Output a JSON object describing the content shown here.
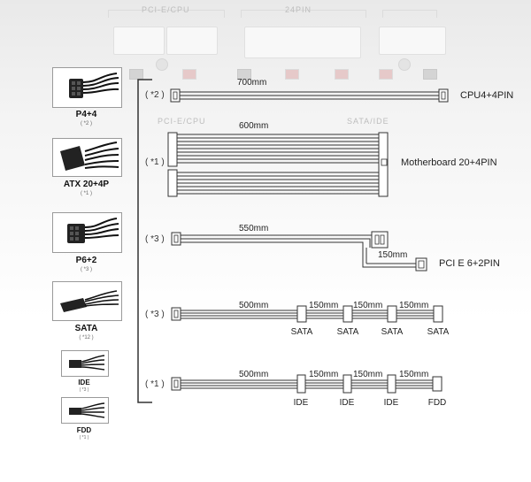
{
  "panel": {
    "labels": [
      "PCI-E/CPU",
      "24PIN",
      "PCI-E/CPU",
      "SATA/IDE"
    ]
  },
  "connectors": [
    {
      "title": "P4+4",
      "sub": "( *2 )"
    },
    {
      "title": "ATX 20+4P",
      "sub": "( *1 )"
    },
    {
      "title": "P6+2",
      "sub": "( *3 )"
    },
    {
      "title": "SATA",
      "sub": "( *12 )"
    },
    {
      "title": "IDE",
      "sub": "( *3 )"
    },
    {
      "title": "FDD",
      "sub": "( *1 )"
    }
  ],
  "cables": [
    {
      "qty": "( *2 )",
      "length": "700mm",
      "name": "CPU4+4PIN"
    },
    {
      "qty": "( *1 )",
      "length": "600mm",
      "name": "Motherboard 20+4PIN"
    },
    {
      "qty": "( *3 )",
      "length": "550mm",
      "length2": "150mm",
      "name": "PCI  E 6+2PIN"
    },
    {
      "qty": "( *3 )",
      "lengths": [
        "500mm",
        "150mm",
        "150mm",
        "150mm"
      ],
      "ends": [
        "SATA",
        "SATA",
        "SATA",
        "SATA"
      ]
    },
    {
      "qty": "( *1 )",
      "lengths": [
        "500mm",
        "150mm",
        "150mm",
        "150mm"
      ],
      "ends": [
        "IDE",
        "IDE",
        "IDE",
        "FDD"
      ]
    }
  ]
}
